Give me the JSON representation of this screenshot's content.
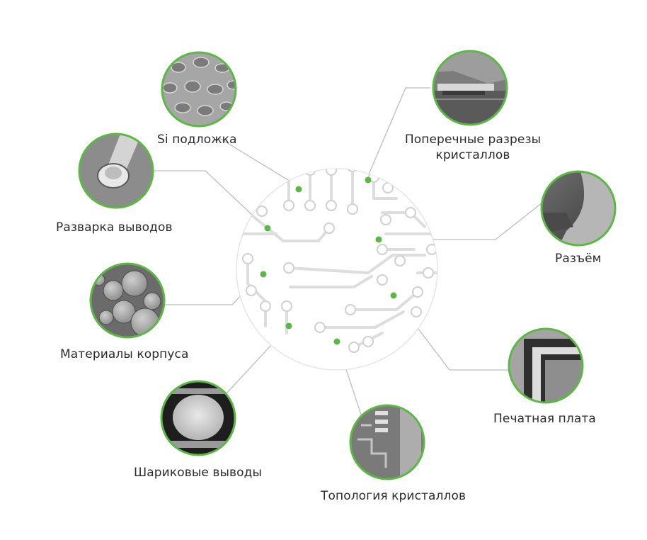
{
  "accent_color": "#5cb844",
  "ring_color": "#5cb844",
  "line_color": "#bdbdbd",
  "hub": {
    "icon": "circuit-board-icon"
  },
  "items": [
    {
      "id": "si-substrate",
      "label": "Si подложка",
      "icon": "si-substrate-sem-icon"
    },
    {
      "id": "cross-sections",
      "label_line1": "Поперечные разрезы",
      "label_line2": "кристаллов",
      "icon": "cross-section-sem-icon"
    },
    {
      "id": "wire-bonding",
      "label": "Разварка выводов",
      "icon": "wire-bond-sem-icon"
    },
    {
      "id": "connector",
      "label": "Разъём",
      "icon": "connector-sem-icon"
    },
    {
      "id": "package-materials",
      "label": "Материалы корпуса",
      "icon": "package-material-sem-icon"
    },
    {
      "id": "pcb",
      "label": "Печатная плата",
      "icon": "pcb-sem-icon"
    },
    {
      "id": "ball-leads",
      "label": "Шариковые выводы",
      "icon": "solder-ball-sem-icon"
    },
    {
      "id": "die-topology",
      "label": "Топология кристаллов",
      "icon": "die-topology-sem-icon"
    }
  ]
}
